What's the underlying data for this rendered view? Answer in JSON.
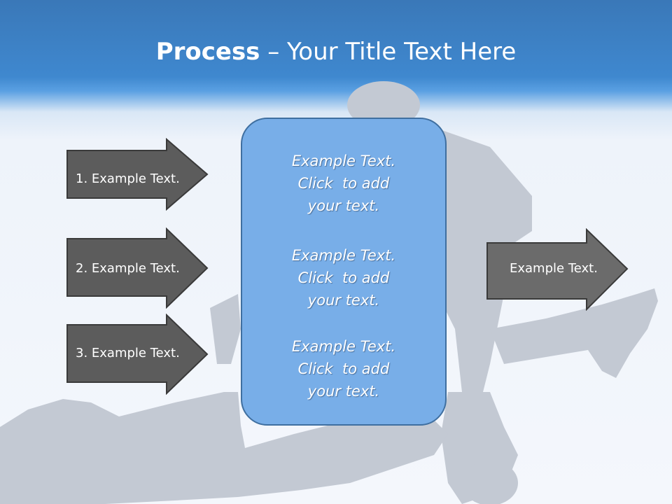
{
  "title": {
    "bold": "Process",
    "rest": " – Your Title Text Here"
  },
  "left_arrows": [
    {
      "label": "1. Example Text."
    },
    {
      "label": "2. Example Text."
    },
    {
      "label": "3. Example Text."
    }
  ],
  "center_box": {
    "blocks": [
      {
        "lines": [
          "Example Text.",
          "Click  to add",
          "your text."
        ]
      },
      {
        "lines": [
          "Example Text.",
          "Click  to add",
          "your text."
        ]
      },
      {
        "lines": [
          "Example Text.",
          "Click  to add",
          "your text."
        ]
      }
    ]
  },
  "right_arrow": {
    "label": "Example Text."
  },
  "colors": {
    "header_blue": "#3f88cf",
    "arrow_dark": "#5c5c5c",
    "arrow_right": "#6b6b6b",
    "center_box": "#78aee8",
    "silhouette": "#c3c9d3"
  }
}
